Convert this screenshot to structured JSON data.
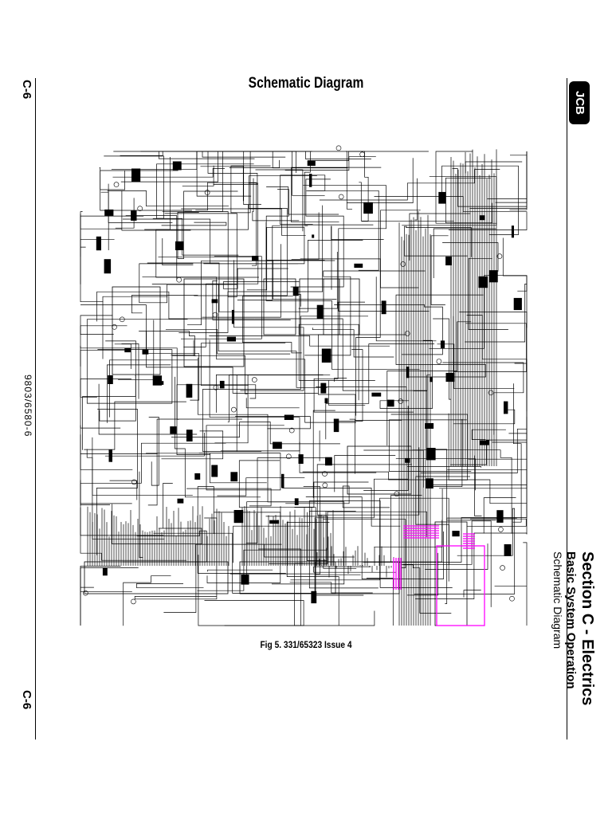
{
  "page": {
    "title": "Schematic Diagram",
    "page_label_top": "C-6",
    "page_label_bottom": "C-6",
    "document_number": "9803/6580-6",
    "caption": "Fig 5. 331/65323 Issue 4"
  },
  "header_right": {
    "section": "Section C - Electrics",
    "subsection": "Basic System Operation",
    "topic": "Schematic Diagram",
    "logo_text": "JCB"
  },
  "colors": {
    "line": "#000000",
    "highlight": "#ff00ff",
    "background": "#ffffff"
  }
}
